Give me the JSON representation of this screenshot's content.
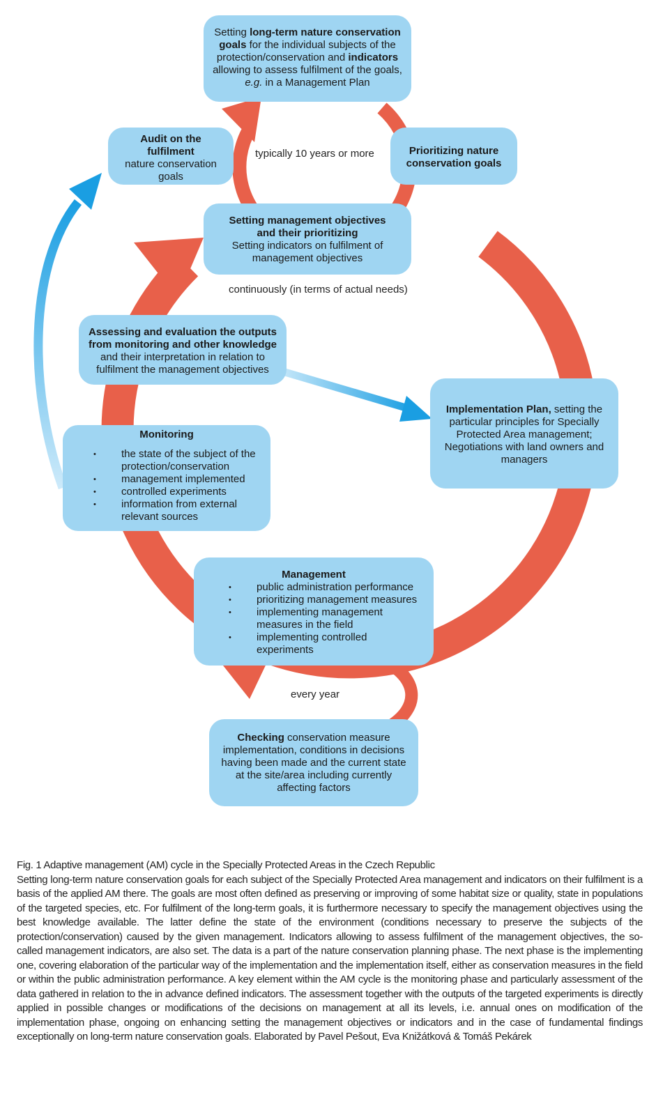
{
  "boxes": {
    "goals": {
      "t1": "Setting ",
      "b1": "long-term nature conservation goals",
      "t2": " for the individual subjects of the protection/conservation and ",
      "b2": "indicators",
      "t3": " allowing to assess fulfilment of the goals, ",
      "i1": "e.g.",
      "t4": " in a Management Plan"
    },
    "audit": {
      "title": "Audit on the fulfilment",
      "text": "nature conservation goals"
    },
    "prioritizing": {
      "title": "Prioritizing nature conservation goals"
    },
    "objectives": {
      "title": "Setting management objectives and their prioritizing",
      "text": "Setting indicators on fulfilment of management objectives"
    },
    "assessing": {
      "title": "Assessing and evaluation the outputs from monitoring and other knowledge",
      "text": "and their interpretation in relation to fulfilment the management objectives"
    },
    "implementation": {
      "title": "Implementation Plan,",
      "text": " setting the particular principles for Specially Protected Area management; Negotiations with land owners and managers"
    },
    "monitoring": {
      "title": "Monitoring",
      "items": [
        "the state of the subject of the protection/conservation",
        "management implemented",
        "controlled experiments",
        "information from external relevant sources"
      ]
    },
    "management": {
      "title": "Management",
      "items": [
        "public administration performance",
        "prioritizing management measures",
        "implementing management measures in the field",
        "implementing controlled experiments"
      ]
    },
    "checking": {
      "title": "Checking",
      "text": " conservation measure implementation, conditions in decisions having been made and the current state at the site/area including currently affecting factors"
    }
  },
  "labels": {
    "ten_years": "typically 10 years or more",
    "continuously": "continuously (in terms of actual needs)",
    "every_year": "every year"
  },
  "caption": {
    "title": "Fig. 1 Adaptive management (AM) cycle in the Specially Protected Areas in the Czech Republic",
    "body": "Setting long-term nature conservation goals for each subject of the Specially Protected Area management and indicators on their fulfilment is a basis of the applied AM there. The goals are most often defined as preserving or improving of some habitat size or quality, state in populations of the targeted species, etc. For fulfilment of the long-term goals, it is furthermore necessary to specify the management objectives using the best knowledge available. The latter define the state of the environment (conditions necessary to preserve the subjects of the protection/conservation) caused by the given management. Indicators allowing to assess fulfilment of the management objectives, the so-called management indicators, are also set. The data is a part of the nature conservation planning phase. The next phase is the implementing one, covering elaboration of the particular way of the implementation and the implementation itself, either as conservation measures in the field or within the public administration performance. A key element within the AM cycle is the monitoring phase and particularly assessment of the data gathered in relation to the in advance defined indicators. The assessment together with the outputs of the targeted experiments is directly applied in possible changes or modifications of the decisions on management at all its levels, i.e. annual ones on modification of the implementation phase, ongoing on enhancing setting the management objectives or indicators and in the case of fundamental findings exceptionally on long-term nature conservation goals. Elaborated by Pavel Pešout, Eva Knižátková & Tomáš Pekárek"
  },
  "colors": {
    "box_fill": "#9fd5f2",
    "cycle_arrow": "#e8604a",
    "blue_arrow": "#1a9ee2"
  }
}
